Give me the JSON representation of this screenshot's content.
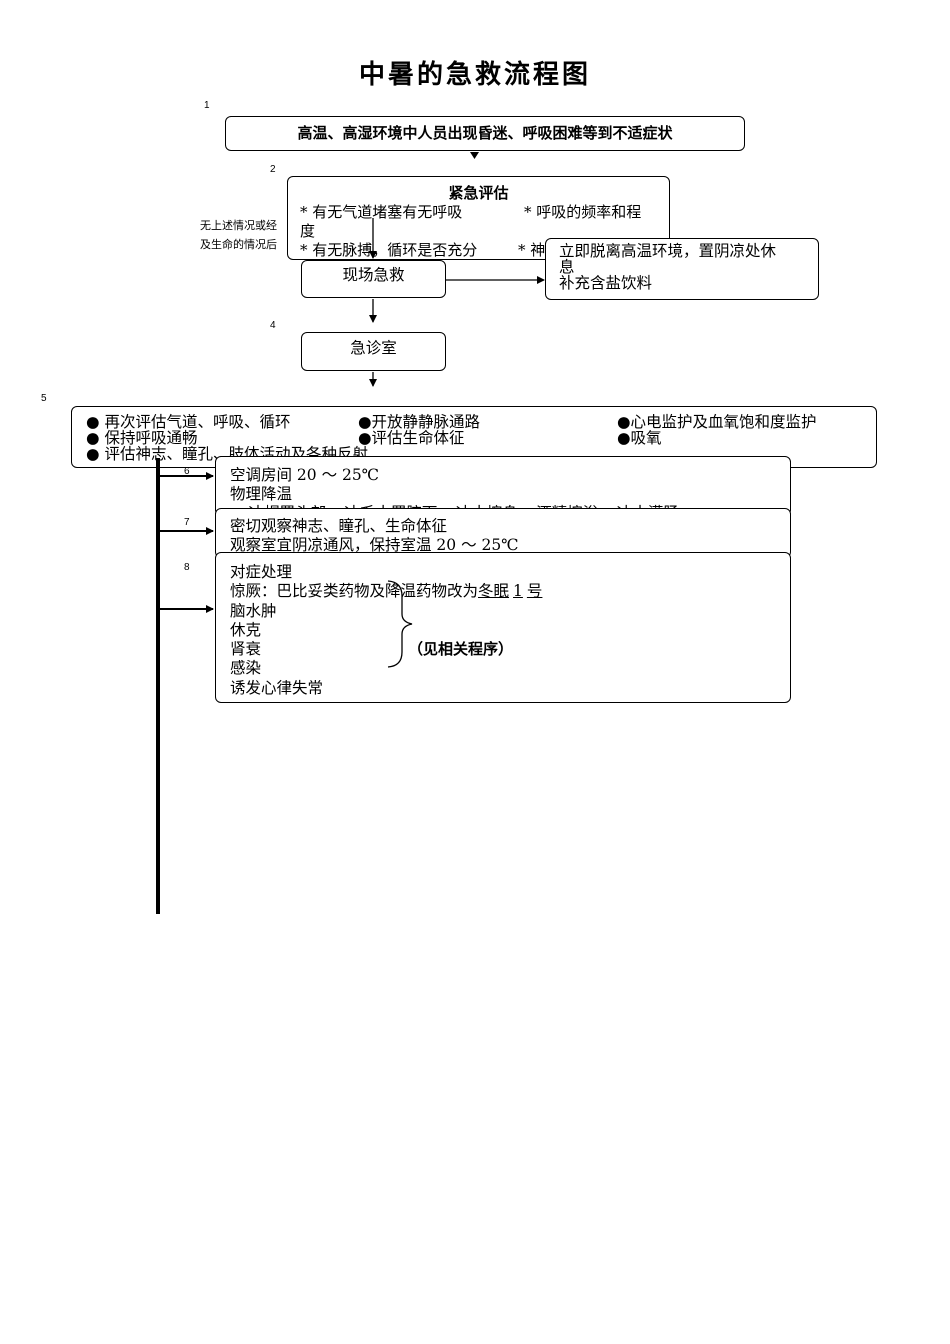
{
  "title": "中暑的急救流程图",
  "steps": {
    "n1": "1",
    "n2": "2",
    "n4": "4",
    "n5": "5",
    "n6": "6",
    "n7": "7",
    "n8": "8"
  },
  "box1": "高温、高湿环境中人员出现昏迷、呼吸困难等到不适症状",
  "box2": {
    "heading": "紧急评估",
    "line1_a": "* 有无气道堵塞有无呼吸",
    "line1_b": "* 呼吸的频率和程",
    "line2": "度",
    "line3_a": "* 有无脉搏，循环是否充分",
    "line3_b": "* 神"
  },
  "side_note": {
    "line1": "无上述情况或经",
    "line2": "及生命的情况后"
  },
  "onsite": "现场急救",
  "relief": {
    "line1": "立即脱离高温环境，置阴凉处休",
    "line2": "息",
    "line3": "补充含盐饮料"
  },
  "er": "急诊室",
  "box5": {
    "c1": [
      "● 再次评估气道、呼吸、循环",
      "● 保持呼吸通畅",
      "● 评估神志、瞳孔、肢体活动及各种反射"
    ],
    "c2": [
      "●开放静静脉通路",
      "●评估生命体征"
    ],
    "c3": [
      "●心电监护及血氧饱和度监护",
      "●吸氧"
    ]
  },
  "box6": {
    "line1": "空调房间 20 ～ 25℃",
    "line2": "物理降温",
    "line3": "● 冰帽置头部● 冰毛巾置腋下● 冰水擦身● 酒精擦浴● 冰水灌肠"
  },
  "box7": {
    "line1": "密切观察神志、瞳孔、生命体征",
    "line2": "观察室宜阴凉通风，保持室温 20 ～ 25℃"
  },
  "box8": {
    "line1": "对症处理",
    "line2_prefix": "惊厥：巴比妥类药物及降温药物改为",
    "line2_u1": "冬眠",
    "line2_u2": "1",
    "line2_u3": "号",
    "line3": "脑水肿",
    "line4": "休克",
    "line5": "肾衰",
    "line6": "感染",
    "line7": "诱发心律失常",
    "see_related": "（见相关程序）"
  }
}
